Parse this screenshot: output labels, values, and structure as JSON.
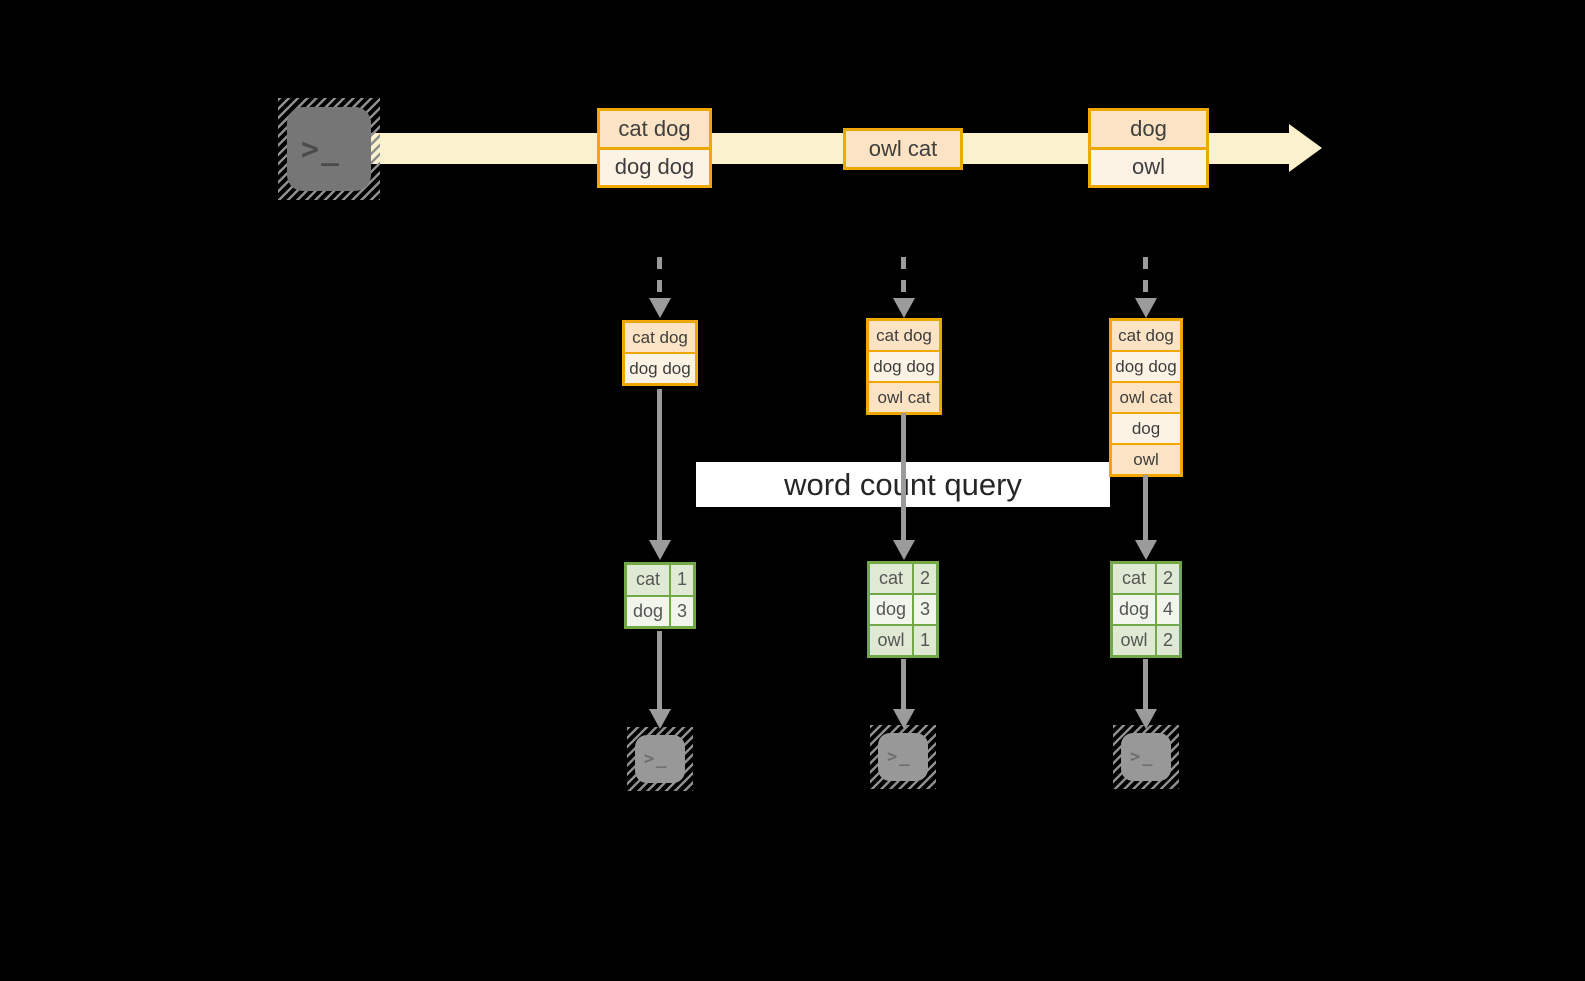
{
  "banner": {
    "label": "word count query"
  },
  "stream": {
    "source_icon": "terminal",
    "glyph": ">_",
    "messages": {
      "box1": {
        "row1": "cat dog",
        "row2": "dog dog"
      },
      "box2": {
        "row1": "owl cat"
      },
      "box3": {
        "row1": "dog",
        "row2": "owl"
      }
    }
  },
  "columns": [
    {
      "buffer": [
        "cat dog",
        "dog dog"
      ],
      "counts": [
        {
          "word": "cat",
          "count": "1"
        },
        {
          "word": "dog",
          "count": "3"
        }
      ]
    },
    {
      "buffer": [
        "cat dog",
        "dog dog",
        "owl cat"
      ],
      "counts": [
        {
          "word": "cat",
          "count": "2"
        },
        {
          "word": "dog",
          "count": "3"
        },
        {
          "word": "owl",
          "count": "1"
        }
      ]
    },
    {
      "buffer": [
        "cat dog",
        "dog dog",
        "owl cat",
        "dog",
        "owl"
      ],
      "counts": [
        {
          "word": "cat",
          "count": "2"
        },
        {
          "word": "dog",
          "count": "4"
        },
        {
          "word": "owl",
          "count": "2"
        }
      ]
    }
  ],
  "sinks": {
    "glyph": ">_"
  },
  "colors": {
    "background": "#000000",
    "stream_band": "#fbf2cd",
    "box_border": "#f0a800",
    "box_fill_dark": "#fbe3c3",
    "box_fill_light": "#fdf3e5",
    "table_border": "#72a845",
    "table_fill_dark": "#dfe9d3",
    "table_fill_light": "#f1f5ec",
    "arrow_gray": "#9b9b9b",
    "source_terminal_gray": "#767676",
    "sink_terminal_gray": "#989898",
    "banner_bg": "#ffffff"
  }
}
